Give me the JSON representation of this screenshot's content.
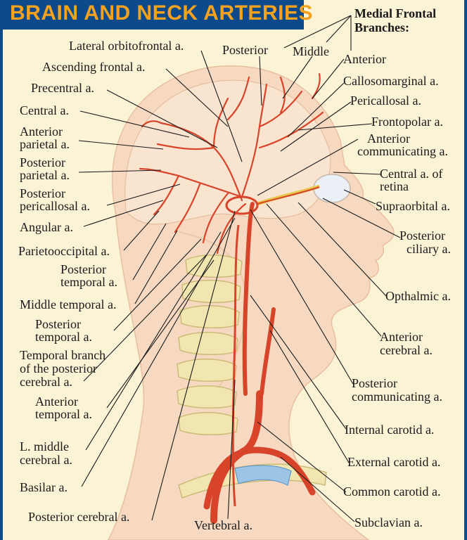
{
  "title": "BRAIN AND NECK ARTERIES",
  "colors": {
    "frame_border": "#0d4a8c",
    "title_text": "#f4a21e",
    "background": "#fbf3d6",
    "skin": "#f6d9c0",
    "artery": "#d8442a",
    "vein_blue": "#5a8fc8",
    "bone": "#f1e6b0",
    "nerve_yellow": "#e8c84a",
    "leader_line": "#1a1a1a"
  },
  "labels": {
    "medial_frontal_branches": [
      "Medial Frontal",
      "Branches:"
    ],
    "posterior": "Posterior",
    "middle": "Middle",
    "anterior": "Anterior",
    "lateral_orbitofrontal": "Lateral orbitofrontal a.",
    "ascending_frontal": "Ascending frontal a.",
    "precentral": "Precentral a.",
    "central": "Central a.",
    "anterior_parietal": [
      "Anterior",
      "parietal a."
    ],
    "posterior_parietal": [
      "Posterior",
      "parietal a."
    ],
    "posterior_pericallosal": [
      "Posterior",
      "pericallosal a."
    ],
    "angular": "Angular a.",
    "parietooccipital": "Parietooccipital a.",
    "posterior_temporal_1": [
      "Posterior",
      "temporal a."
    ],
    "middle_temporal": "Middle temporal a.",
    "posterior_temporal_2": [
      "Posterior",
      "temporal a."
    ],
    "temporal_branch_pca": [
      "Temporal branch",
      "of the posterior",
      "cerebral a."
    ],
    "anterior_temporal": [
      "Anterior",
      "temporal a."
    ],
    "l_middle_cerebral": [
      "L. middle",
      "cerebral a."
    ],
    "basilar": "Basilar a.",
    "posterior_cerebral": "Posterior cerebral a.",
    "vertebral": "Vertebral a.",
    "callosomarginal": "Callosomarginal a.",
    "pericallosal": "Pericallosal a.",
    "frontopolar": "Frontopolar a.",
    "anterior_communicating": [
      "Anterior",
      "communicating a."
    ],
    "central_retina": [
      "Central a. of",
      "retina"
    ],
    "supraorbital": "Supraorbital a.",
    "posterior_ciliary": [
      "Posterior",
      "ciliary a."
    ],
    "opthalmic": "Opthalmic a.",
    "anterior_cerebral": [
      "Anterior",
      "cerebral a."
    ],
    "posterior_communicating": [
      "Posterior",
      "communicating a."
    ],
    "internal_carotid": "Internal carotid a.",
    "external_carotid": "External carotid a.",
    "common_carotid": "Common carotid a.",
    "subclavian": "Subclavian a."
  }
}
